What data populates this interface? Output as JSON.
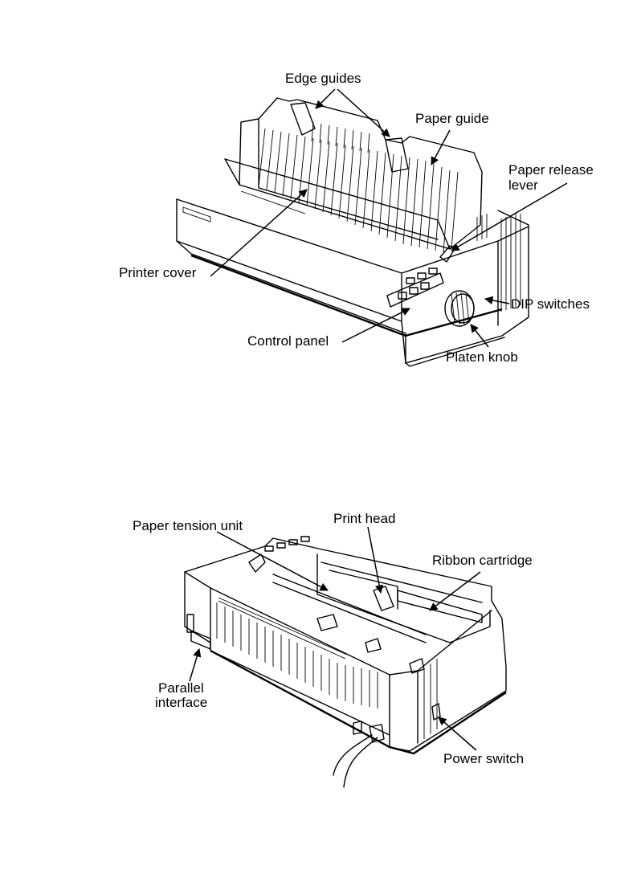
{
  "figure_top": {
    "labels": {
      "edge_guides": "Edge guides",
      "paper_guide": "Paper guide",
      "paper_release_lever_1": "Paper release",
      "paper_release_lever_2": "lever",
      "printer_cover": "Printer cover",
      "dip_switches": "DIP switches",
      "control_panel": "Control panel",
      "platen_knob": "Platen knob"
    }
  },
  "figure_bottom": {
    "labels": {
      "paper_tension_unit": "Paper tension unit",
      "print_head": "Print head",
      "ribbon_cartridge": "Ribbon cartridge",
      "parallel_interface_1": "Parallel",
      "parallel_interface_2": "interface",
      "power_switch": "Power switch"
    }
  },
  "colors": {
    "ink": "#000000",
    "paper": "#ffffff"
  }
}
